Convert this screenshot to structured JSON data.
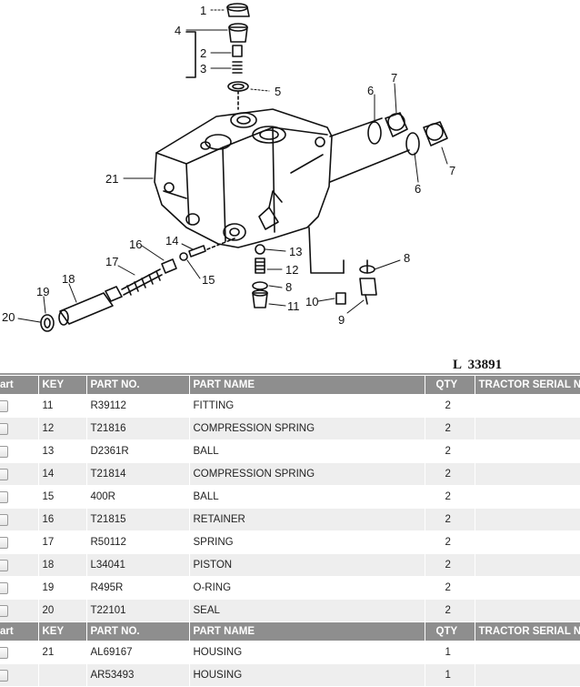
{
  "diagram": {
    "reference": "L  33891",
    "callouts": [
      "1",
      "2",
      "3",
      "4",
      "5",
      "6",
      "6",
      "7",
      "7",
      "8",
      "8",
      "9",
      "10",
      "11",
      "12",
      "13",
      "14",
      "15",
      "16",
      "17",
      "18",
      "19",
      "20",
      "21"
    ]
  },
  "table": {
    "headers": [
      "art",
      "KEY",
      "PART NO.",
      "PART NAME",
      "QTY",
      "TRACTOR SERIAL NO"
    ],
    "groups": [
      {
        "rows": [
          {
            "key": "11",
            "part_no": "R39112",
            "name": "FITTING",
            "qty": "2",
            "serial": ""
          },
          {
            "key": "12",
            "part_no": "T21816",
            "name": "COMPRESSION SPRING",
            "qty": "2",
            "serial": ""
          },
          {
            "key": "13",
            "part_no": "D2361R",
            "name": "BALL",
            "qty": "2",
            "serial": ""
          },
          {
            "key": "14",
            "part_no": "T21814",
            "name": "COMPRESSION SPRING",
            "qty": "2",
            "serial": ""
          },
          {
            "key": "15",
            "part_no": "400R",
            "name": "BALL",
            "qty": "2",
            "serial": ""
          },
          {
            "key": "16",
            "part_no": "T21815",
            "name": "RETAINER",
            "qty": "2",
            "serial": ""
          },
          {
            "key": "17",
            "part_no": "R50112",
            "name": "SPRING",
            "qty": "2",
            "serial": ""
          },
          {
            "key": "18",
            "part_no": "L34041",
            "name": "PISTON",
            "qty": "2",
            "serial": ""
          },
          {
            "key": "19",
            "part_no": "R495R",
            "name": "O-RING",
            "qty": "2",
            "serial": ""
          },
          {
            "key": "20",
            "part_no": "T22101",
            "name": "SEAL",
            "qty": "2",
            "serial": ""
          }
        ]
      },
      {
        "rows": [
          {
            "key": "21",
            "part_no": "AL69167",
            "name": "HOUSING",
            "qty": "1",
            "serial": ""
          },
          {
            "key": "",
            "part_no": "AR53493",
            "name": "HOUSING",
            "qty": "1",
            "serial": ""
          }
        ]
      }
    ]
  }
}
